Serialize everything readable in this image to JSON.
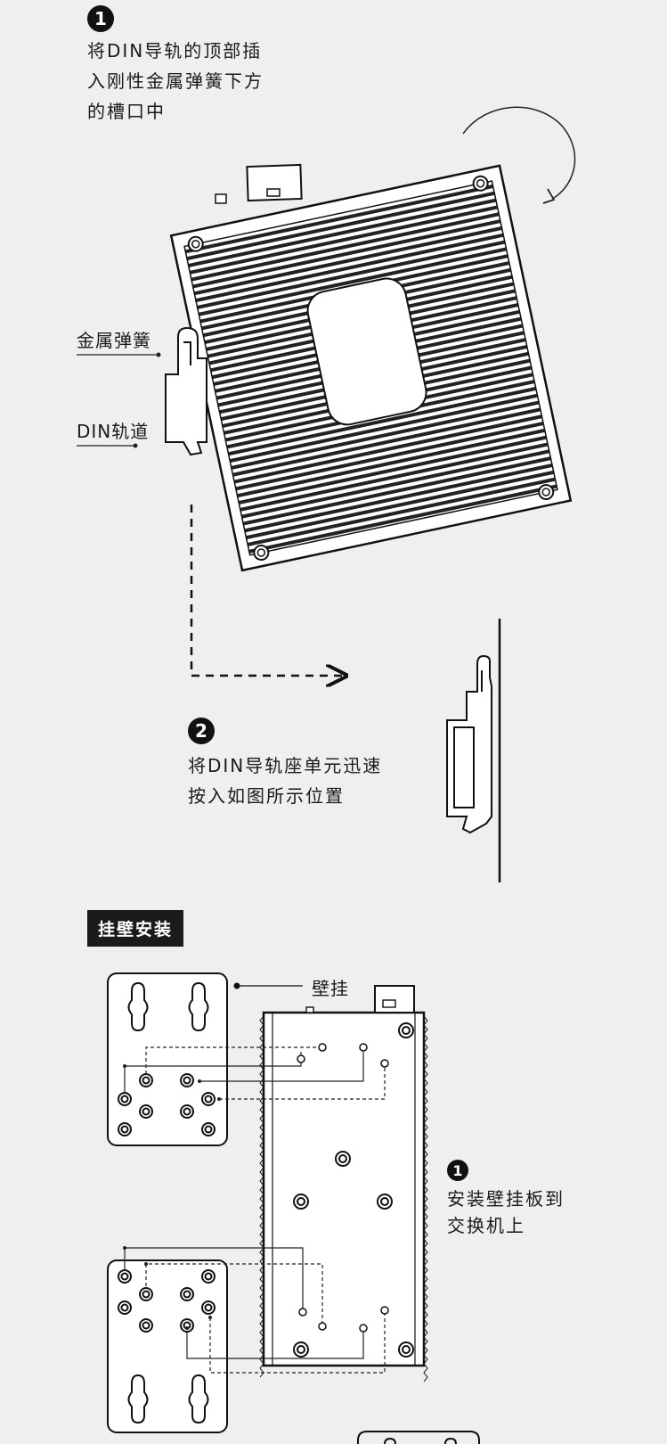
{
  "din_section": {
    "step1": {
      "number": "1",
      "line1": "将DIN导轨的顶部插",
      "line2": "入刚性金属弹簧下方",
      "line3": "的槽口中"
    },
    "label_spring": "金属弹簧",
    "label_rail": "DIN轨道",
    "step2": {
      "number": "2",
      "line1": "将DIN导轨座单元迅速",
      "line2": "按入如图所示位置"
    }
  },
  "wall_section": {
    "title": "挂壁安装",
    "label_wallmount": "壁挂",
    "step1": {
      "number": "1",
      "line1": "安装壁挂板到",
      "line2": "交换机上"
    }
  }
}
